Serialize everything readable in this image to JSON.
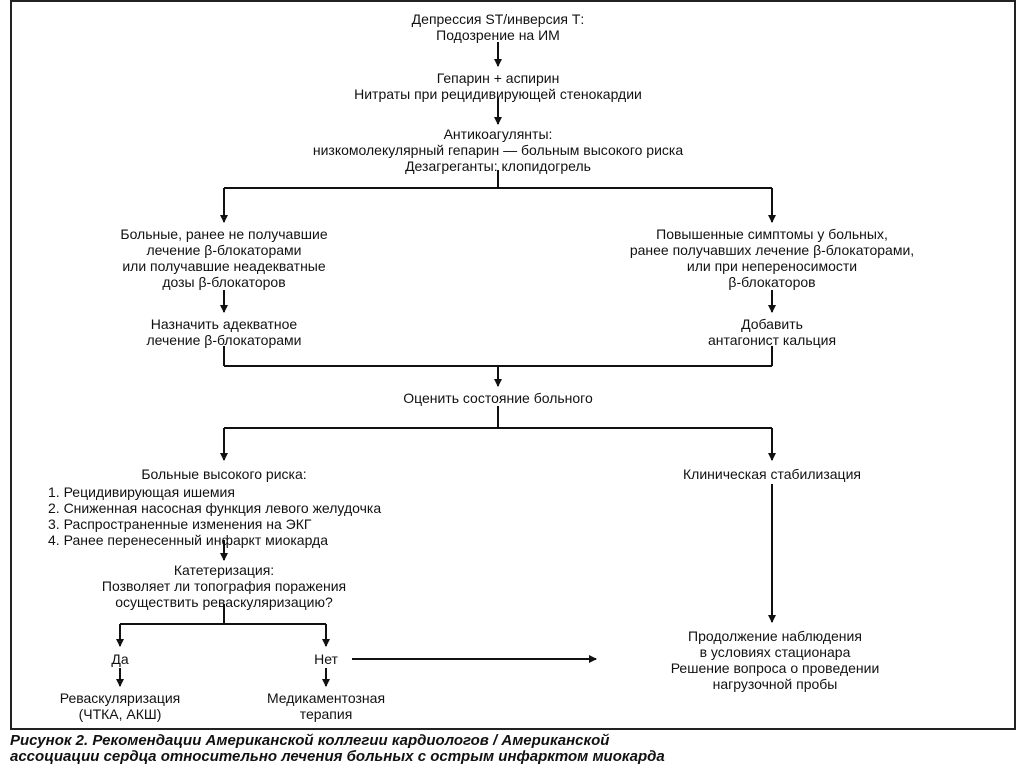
{
  "nodes": {
    "n1": [
      "Депрессия  ST/инверсия Т:",
      "Подозрение на ИМ"
    ],
    "n2": [
      "Гепарин + аспирин",
      "Нитраты при рецидивирующей стенокардии"
    ],
    "n3": [
      "Антикоагулянты:",
      "низкомолекулярный гепарин — больным высокого риска",
      "Дезагреганты: клопидогрель"
    ],
    "n4": [
      "Больные, ранее не получавшие",
      "лечение β-блокаторами",
      "или получавшие неадекватные",
      "дозы β-блокаторов"
    ],
    "n5": [
      "Повышенные симптомы у больных,",
      "ранее получавших лечение  β-блокаторами,",
      "или при непереносимости",
      "β-блокаторов"
    ],
    "n6": [
      "Назначить адекватное",
      "лечение β-блокаторами"
    ],
    "n7": [
      "Добавить",
      "антагонист кальция"
    ],
    "n8": [
      "Оценить состояние больного"
    ],
    "n9": [
      "Больные высокого риска:"
    ],
    "n9_list": [
      "1. Рецидивирующая ишемия",
      "2. Сниженная насосная функция левого желудочка",
      "3. Распространенные изменения на ЭКГ",
      "4. Ранее перенесенный инфаркт миокарда"
    ],
    "n10": [
      "Клиническая стабилизация"
    ],
    "n11": [
      "Катетеризация:",
      "Позволяет ли топография поражения",
      "осуществить реваскуляризацию?"
    ],
    "n12": [
      "Да"
    ],
    "n13": [
      "Нет"
    ],
    "n14": [
      "Реваскуляризация",
      "(ЧТКА, АКШ)"
    ],
    "n15": [
      "Медикаментозная",
      "терапия"
    ],
    "n16": [
      "Продолжение наблюдения",
      "в условиях стационара",
      "Решение вопроса о проведении",
      "нагрузочной пробы"
    ]
  },
  "caption": [
    "Рисунок 2. Рекомендации Американской коллегии кардиологов / Американской",
    "ассоциации сердца относительно лечения больных с острым инфарктом миокарда"
  ]
}
